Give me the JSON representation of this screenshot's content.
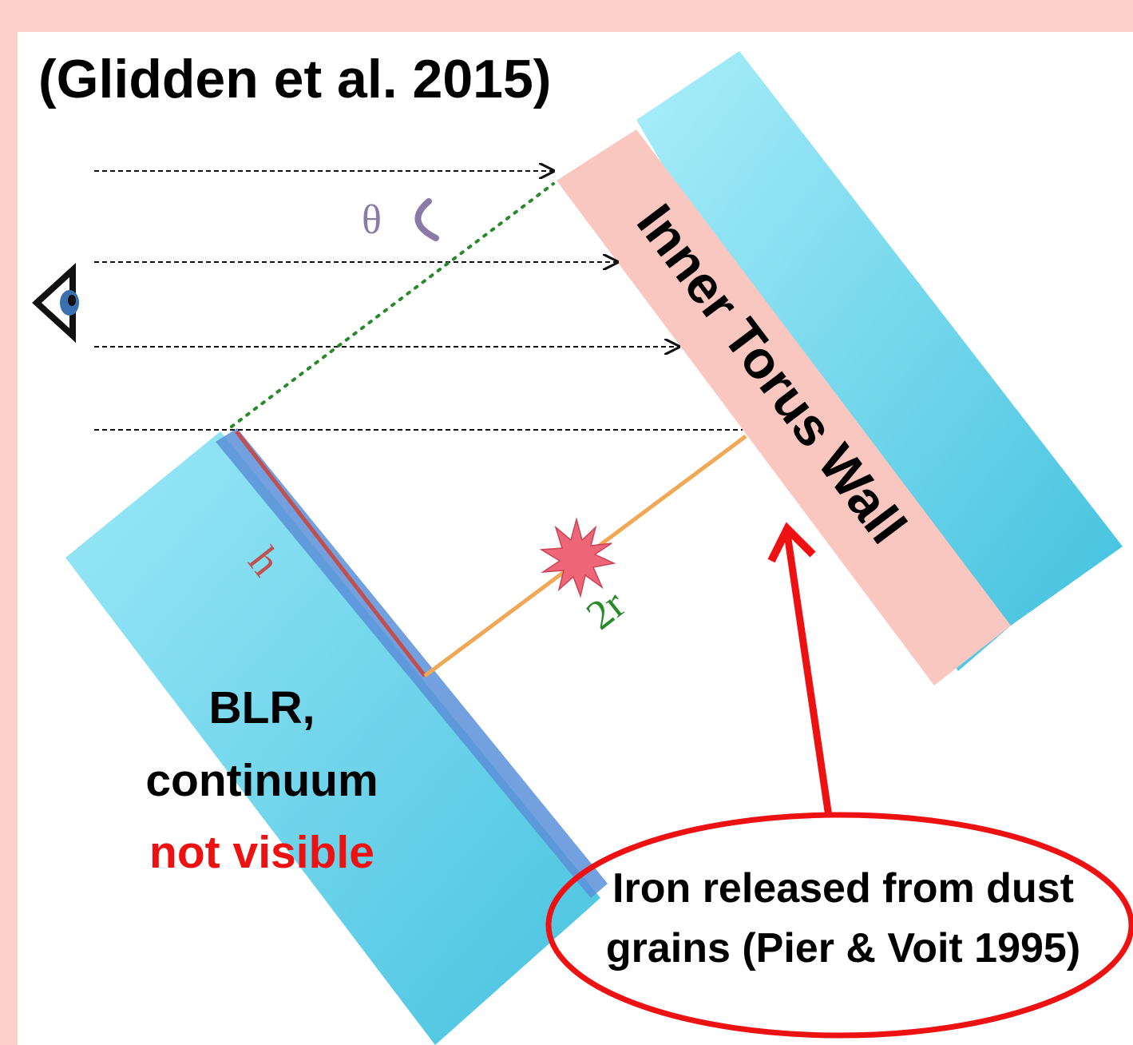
{
  "citation": "(Glidden et al. 2015)",
  "labels": {
    "theta": "θ",
    "height": "h",
    "diameter": "2r",
    "torus_wall": "Inner Torus Wall",
    "blr_line1": "BLR,",
    "blr_line2": "continuum",
    "blr_line3": "not visible",
    "callout_line1": "Iron released from dust",
    "callout_line2": "grains (Pier & Voit 1995)"
  },
  "colors": {
    "page_background": "#fbd0c9",
    "panel_background": "#ffffff",
    "torus_cyan": "#5fd0e8",
    "torus_edge": "#5b8fd8",
    "wall_band": "#f9c7bf",
    "radius_line": "#f0a855",
    "sightline_dotted": "#2a8a2a",
    "height_line": "#c05050",
    "theta": "#8a7aa8",
    "callout_red": "#ee1111",
    "not_visible_red": "#ee1111",
    "source_star": "#ee6677"
  },
  "icons": {
    "observer": "eye-icon",
    "source": "burst-star-icon"
  }
}
